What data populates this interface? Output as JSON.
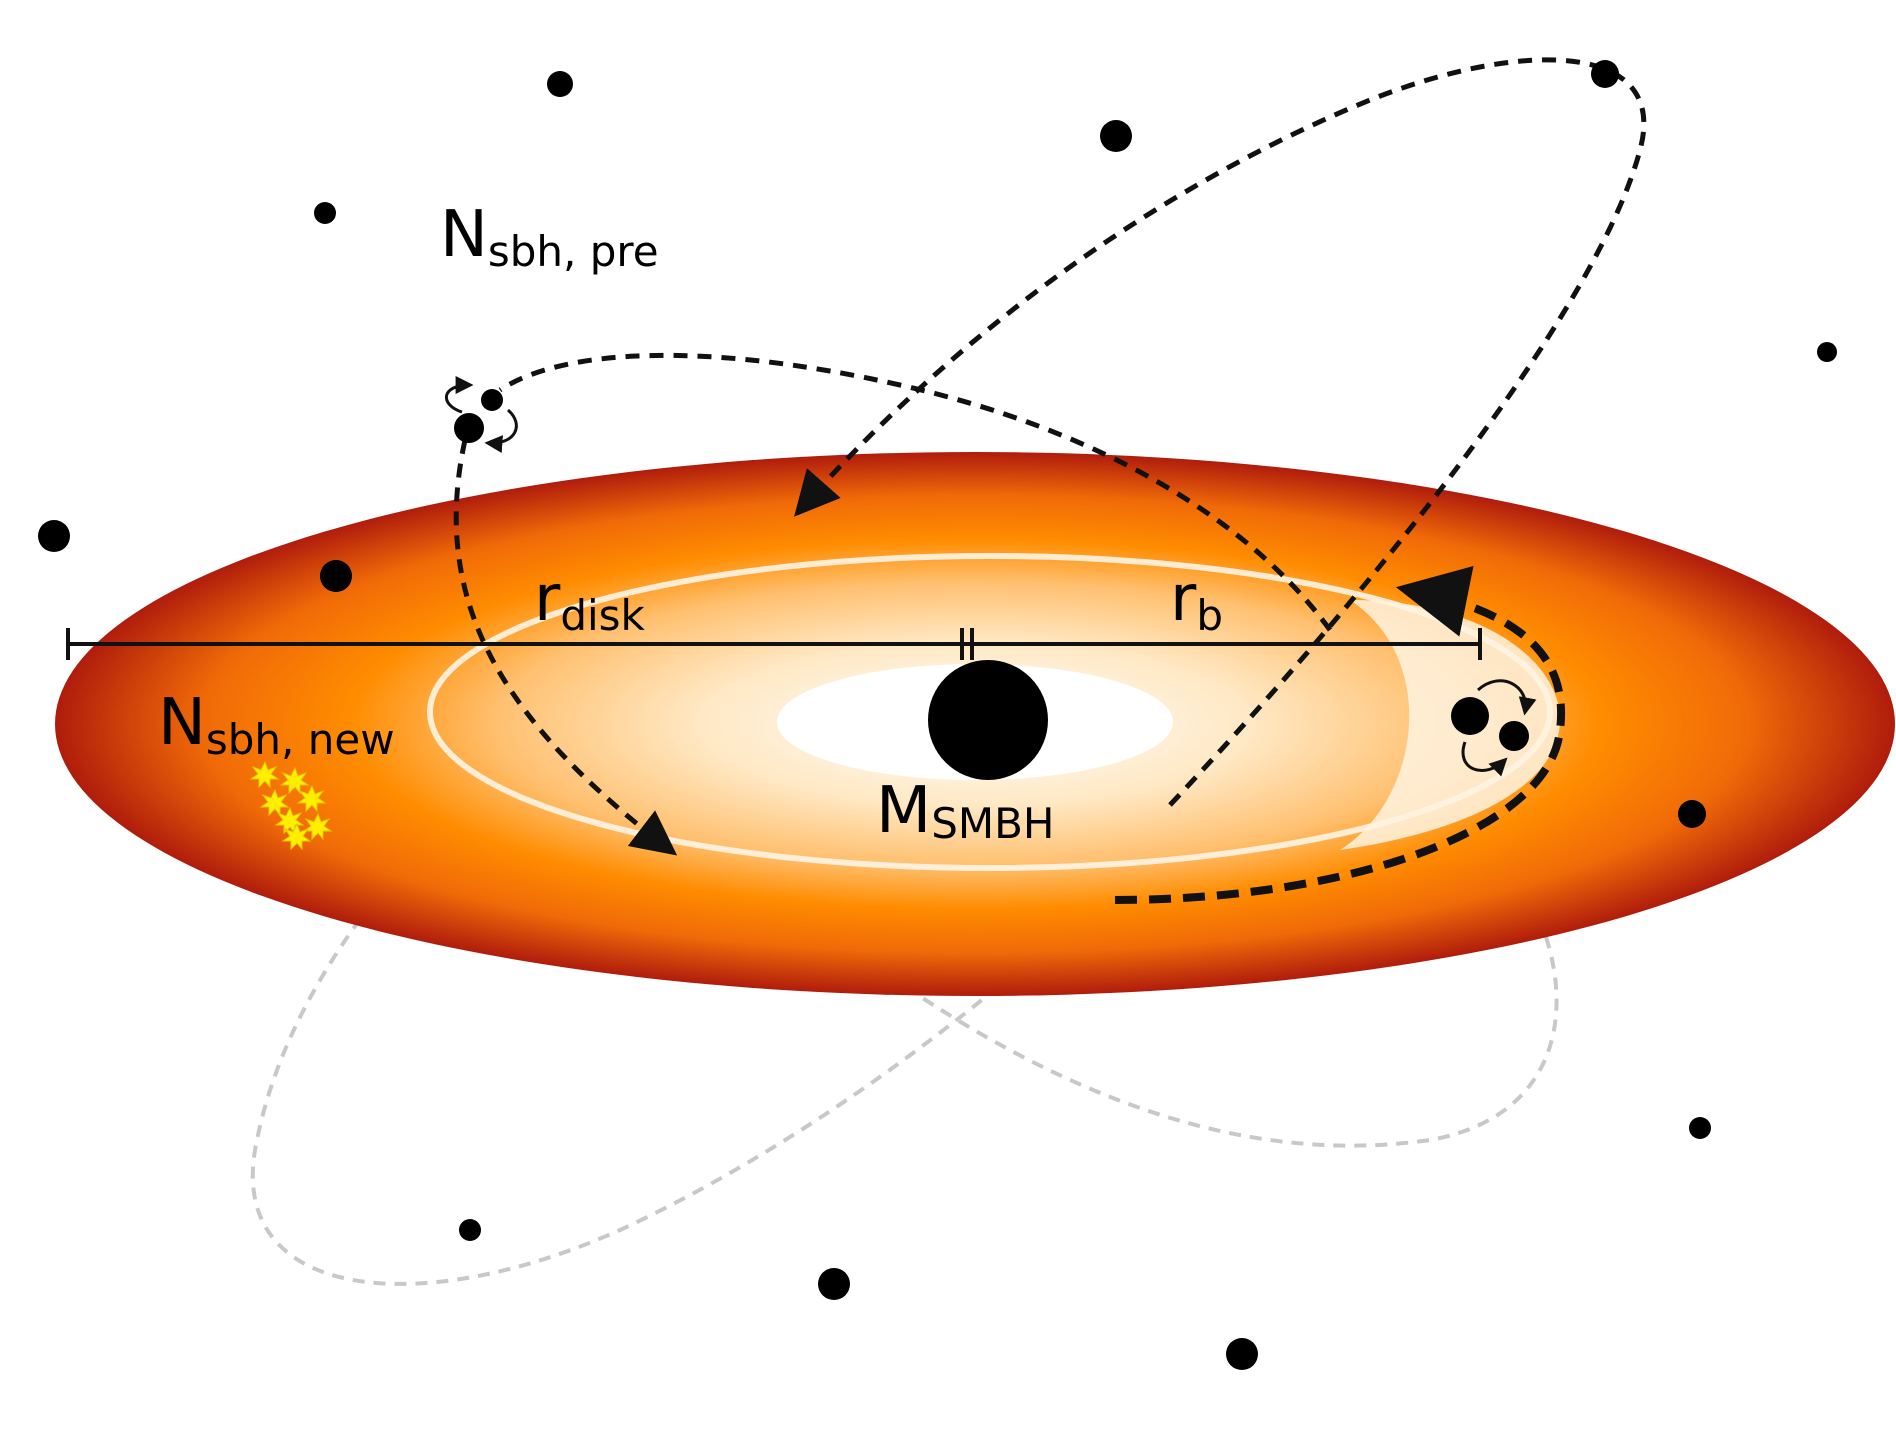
{
  "labels": {
    "n_pre": {
      "main": "N",
      "sub": "sbh, pre"
    },
    "n_new": {
      "main": "N",
      "sub": "sbh, new"
    },
    "r_disk": {
      "main": "r",
      "sub": "disk"
    },
    "r_b": {
      "main": "r",
      "sub": "b"
    },
    "m_smbh": {
      "main": "M",
      "sub": "SMBH"
    }
  },
  "colors": {
    "disk_outer": "#b01c0c",
    "disk_mid": "#ff8c00",
    "disk_inner": "#ffd9a0",
    "disk_core": "#ffffff",
    "orbit_dark": "#111111",
    "orbit_faint": "#c8c8c8",
    "star_burst": "#ffee00",
    "black_hole": "#000000"
  },
  "icons": [
    "black-hole",
    "stellar-black-hole",
    "binary-black-hole",
    "star-burst",
    "scale-bar",
    "orbit-arrow"
  ]
}
